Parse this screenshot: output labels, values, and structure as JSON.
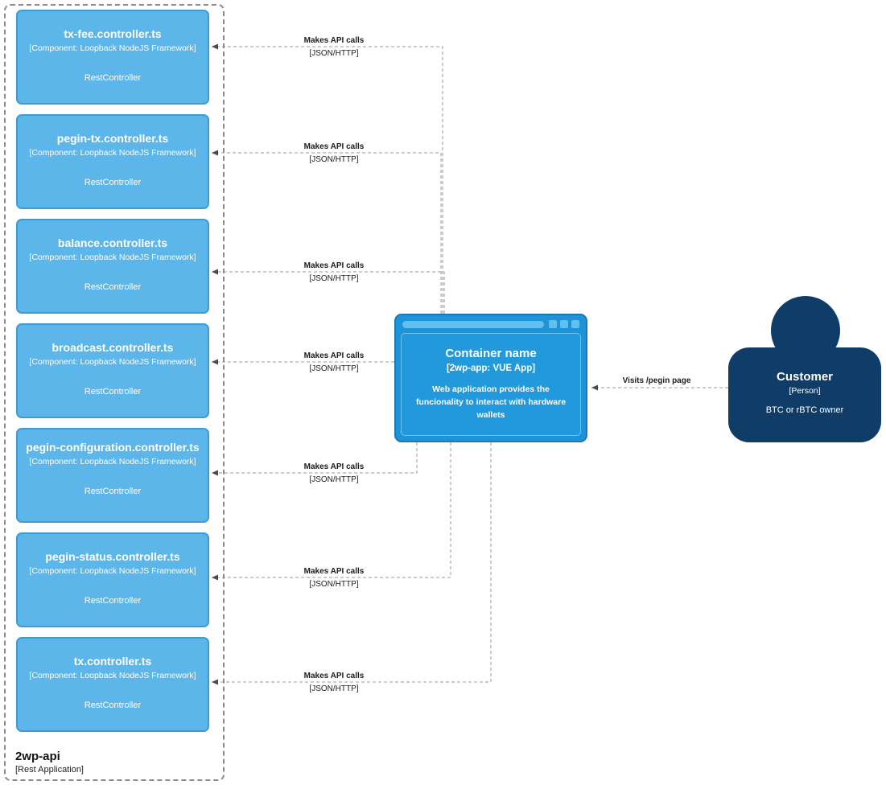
{
  "boundary": {
    "name": "2wp-api",
    "type": "[Rest Application]"
  },
  "components": [
    {
      "title": "tx-fee.controller.ts",
      "subtitle": "[Component: Loopback NodeJS Framework]",
      "body": "RestController"
    },
    {
      "title": "pegin-tx.controller.ts",
      "subtitle": "[Component: Loopback NodeJS Framework]",
      "body": "RestController"
    },
    {
      "title": "balance.controller.ts",
      "subtitle": "[Component: Loopback NodeJS Framework]",
      "body": "RestController"
    },
    {
      "title": "broadcast.controller.ts",
      "subtitle": "[Component: Loopback NodeJS Framework]",
      "body": "RestController"
    },
    {
      "title": "pegin-configuration.controller.ts",
      "subtitle": "[Component: Loopback NodeJS Framework]",
      "body": "RestController"
    },
    {
      "title": "pegin-status.controller.ts",
      "subtitle": "[Component: Loopback NodeJS Framework]",
      "body": "RestController"
    },
    {
      "title": "tx.controller.ts",
      "subtitle": "[Component: Loopback NodeJS Framework]",
      "body": "RestController"
    }
  ],
  "container": {
    "title": "Container name",
    "subtitle": "[2wp-app: VUE App]",
    "description": "Web application provides the funcionality to interact with hardware wallets"
  },
  "person": {
    "title": "Customer",
    "subtitle": "[Person]",
    "description": "BTC or rBTC owner"
  },
  "edges": [
    {
      "label": "Makes API calls",
      "tech": "[JSON/HTTP]"
    },
    {
      "label": "Makes API calls",
      "tech": "[JSON/HTTP]"
    },
    {
      "label": "Makes API calls",
      "tech": "[JSON/HTTP]"
    },
    {
      "label": "Makes API calls",
      "tech": "[JSON/HTTP]"
    },
    {
      "label": "Makes API calls",
      "tech": "[JSON/HTTP]"
    },
    {
      "label": "Makes API calls",
      "tech": "[JSON/HTTP]"
    },
    {
      "label": "Makes API calls",
      "tech": "[JSON/HTTP]"
    },
    {
      "label": "Visits /pegin page"
    }
  ],
  "colors": {
    "component_fill": "#5cb6ea",
    "component_border": "#3e9ad2",
    "container_fill": "#1e93d8",
    "container_border": "#1b7ab5",
    "person_fill": "#0f3d68",
    "edge_line": "#9a9a9a",
    "arrow_fill": "#4a4a4a"
  }
}
